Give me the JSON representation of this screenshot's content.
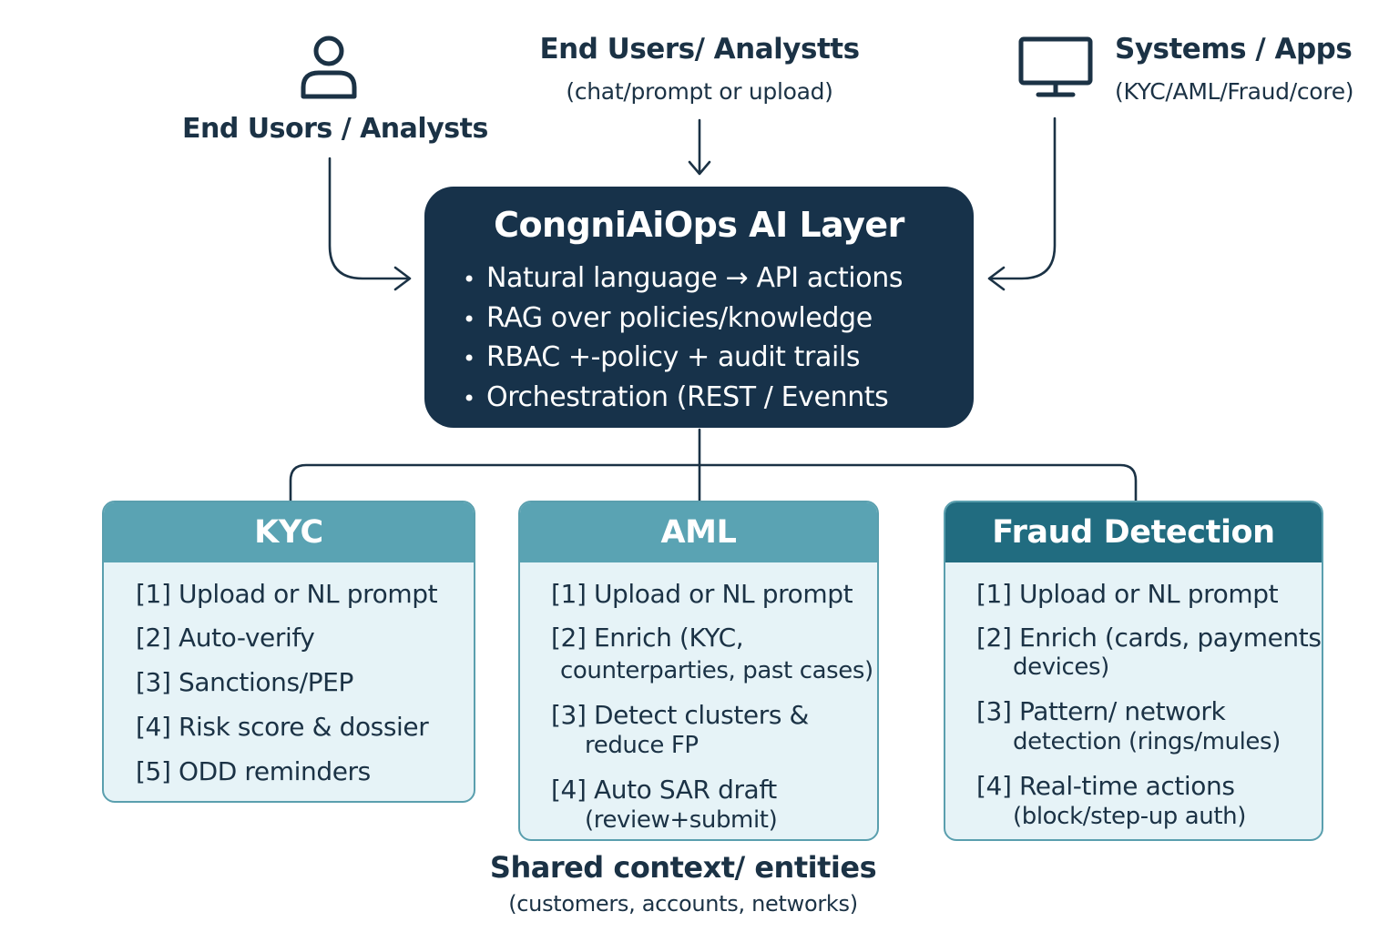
{
  "sources": {
    "left": {
      "icon": "user-icon",
      "title": "End Usors / Analysts"
    },
    "center": {
      "title": "End Users/ Analystts",
      "subtitle": "(chat/prompt or upload)"
    },
    "right": {
      "icon": "monitor-icon",
      "title": "Systems / Apps",
      "subtitle": "(KYC/AML/Fraud/core)"
    }
  },
  "core": {
    "title": "CongniAiOps AI Layer",
    "bullet_glyph": "•",
    "items": [
      "Natural language → API actions",
      "RAG over policies/knowledge",
      "RBAC +-policy + audit trails",
      "Orchestration (REST / Evennts"
    ]
  },
  "modules": {
    "kyc": {
      "title": "KYC",
      "steps": [
        "[1] Upload or NL prompt",
        "[2] Auto-verify",
        "[3] Sanctions/PEP",
        "[4] Risk score & dossier",
        "[5] ODD reminders"
      ]
    },
    "aml": {
      "title": "AML",
      "steps": [
        {
          "first": "[1] Upload or NL prompt"
        },
        {
          "first": "[2] Enrich (KYC,",
          "cont": "counterparties, past cases)"
        },
        {
          "first": "[3] Detect clusters &",
          "cont": "reduce FP"
        },
        {
          "first": "[4] Auto SAR draft",
          "cont": "(review+submit)"
        }
      ]
    },
    "fraud": {
      "title": "Fraud Detection",
      "steps": [
        {
          "first": "[1] Upload or NL prompt"
        },
        {
          "first": "[2] Enrich (cards, payments,",
          "cont": "devices)"
        },
        {
          "first": "[3] Pattern/ network",
          "cont": "detection (rings/mules)"
        },
        {
          "first": "[4] Real-time actions",
          "cont": "(block/step-up auth)"
        }
      ]
    }
  },
  "shared": {
    "title": "Shared context/ entities",
    "subtitle": "(customers, accounts, networks)"
  },
  "colors": {
    "ink": "#1b3245",
    "core_bg": "#17324a",
    "card_bg": "#e6f3f7",
    "card_border": "#5a9fae",
    "head_teal": "#5aa3b3",
    "head_dark": "#216c80"
  }
}
